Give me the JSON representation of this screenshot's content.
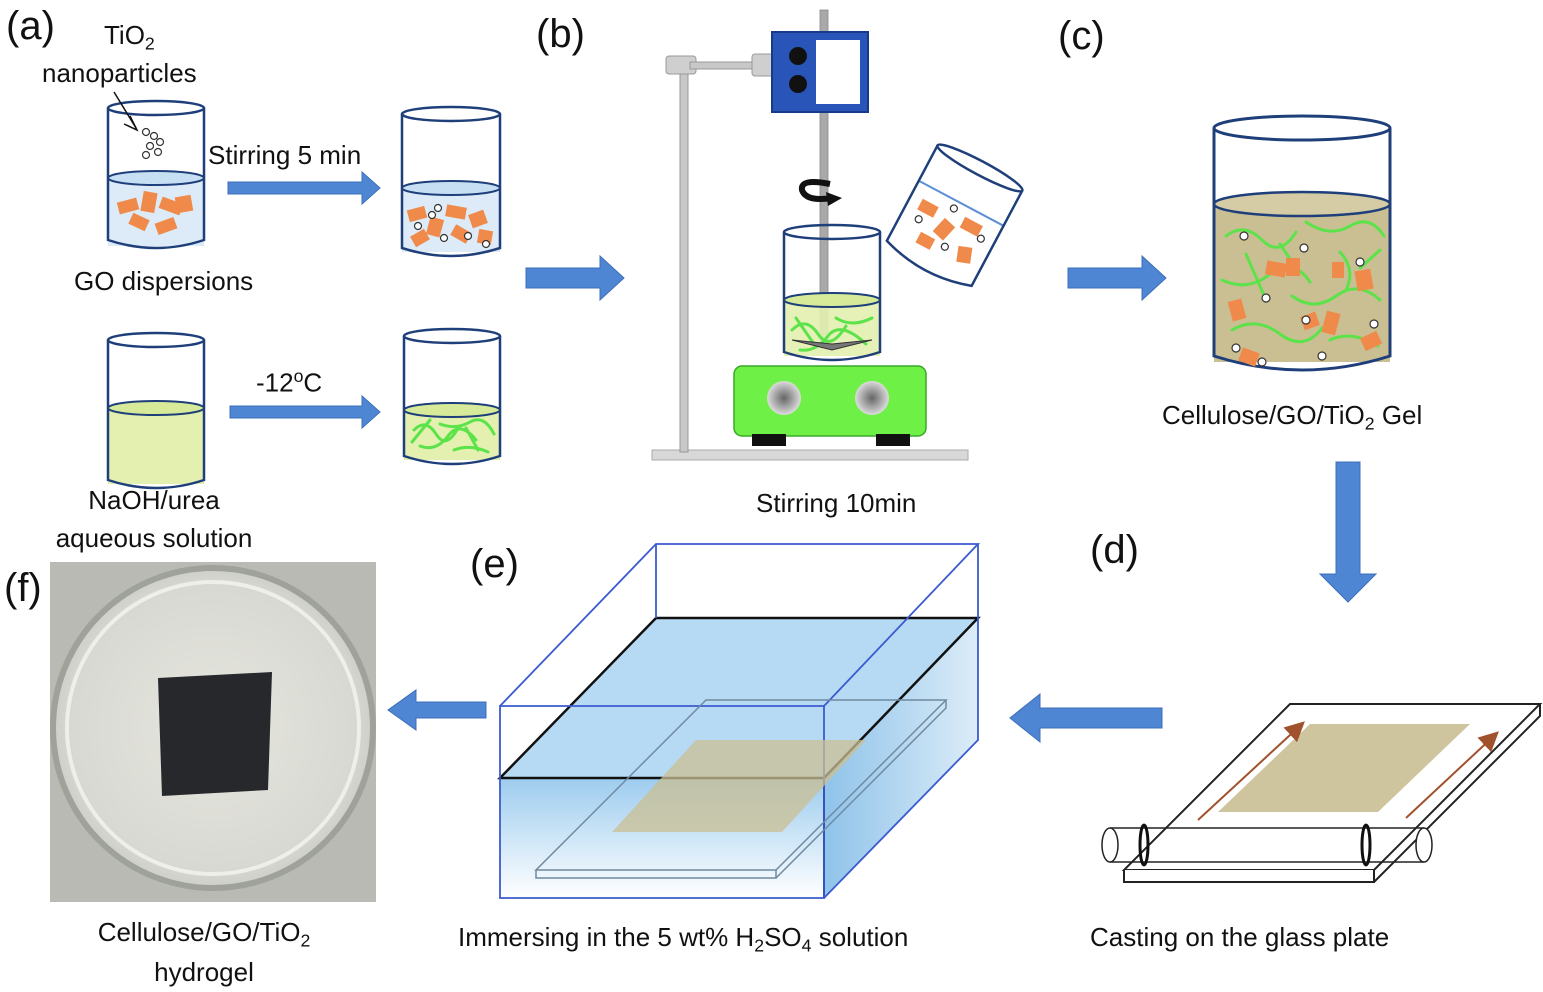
{
  "panels": {
    "a": "(a)",
    "b": "(b)",
    "c": "(c)",
    "d": "(d)",
    "e": "(e)",
    "f": "(f)"
  },
  "labels": {
    "tio2_pre": "TiO",
    "tio2_sub": "2",
    "nanoparticles": "nanoparticles",
    "stirring_5min": "Stirring 5 min",
    "go_dispersions": "GO dispersions",
    "temp_pre": "-12",
    "temp_sup": "o",
    "temp_post": "C",
    "naoh_line1": "NaOH/urea",
    "naoh_line2": "aqueous solution",
    "stirring_10min": "Stirring 10min",
    "gel_pre": "Cellulose/GO/TiO",
    "gel_sub": "2",
    "gel_post": " Gel",
    "immersing_pre": "Immersing in the 5 wt% H",
    "immersing_sub1": "2",
    "immersing_mid": "SO",
    "immersing_sub2": "4",
    "immersing_post": " solution",
    "casting": "Casting on the glass plate",
    "hydrogel_pre": "Cellulose/GO/TiO",
    "hydrogel_sub": "2",
    "hydrogel_line2": "hydrogel"
  },
  "colors": {
    "arrow": "#4f86d4",
    "go_flake": "#f08a4b",
    "cellulose_fiber": "#5ce34a",
    "stirrer_green": "#6ef046",
    "controller_blue": "#2a55b8",
    "water_blue": "#a8d4f0",
    "gel_fill": "#c9bf93",
    "naoh_fill": "#e3f0b0"
  }
}
